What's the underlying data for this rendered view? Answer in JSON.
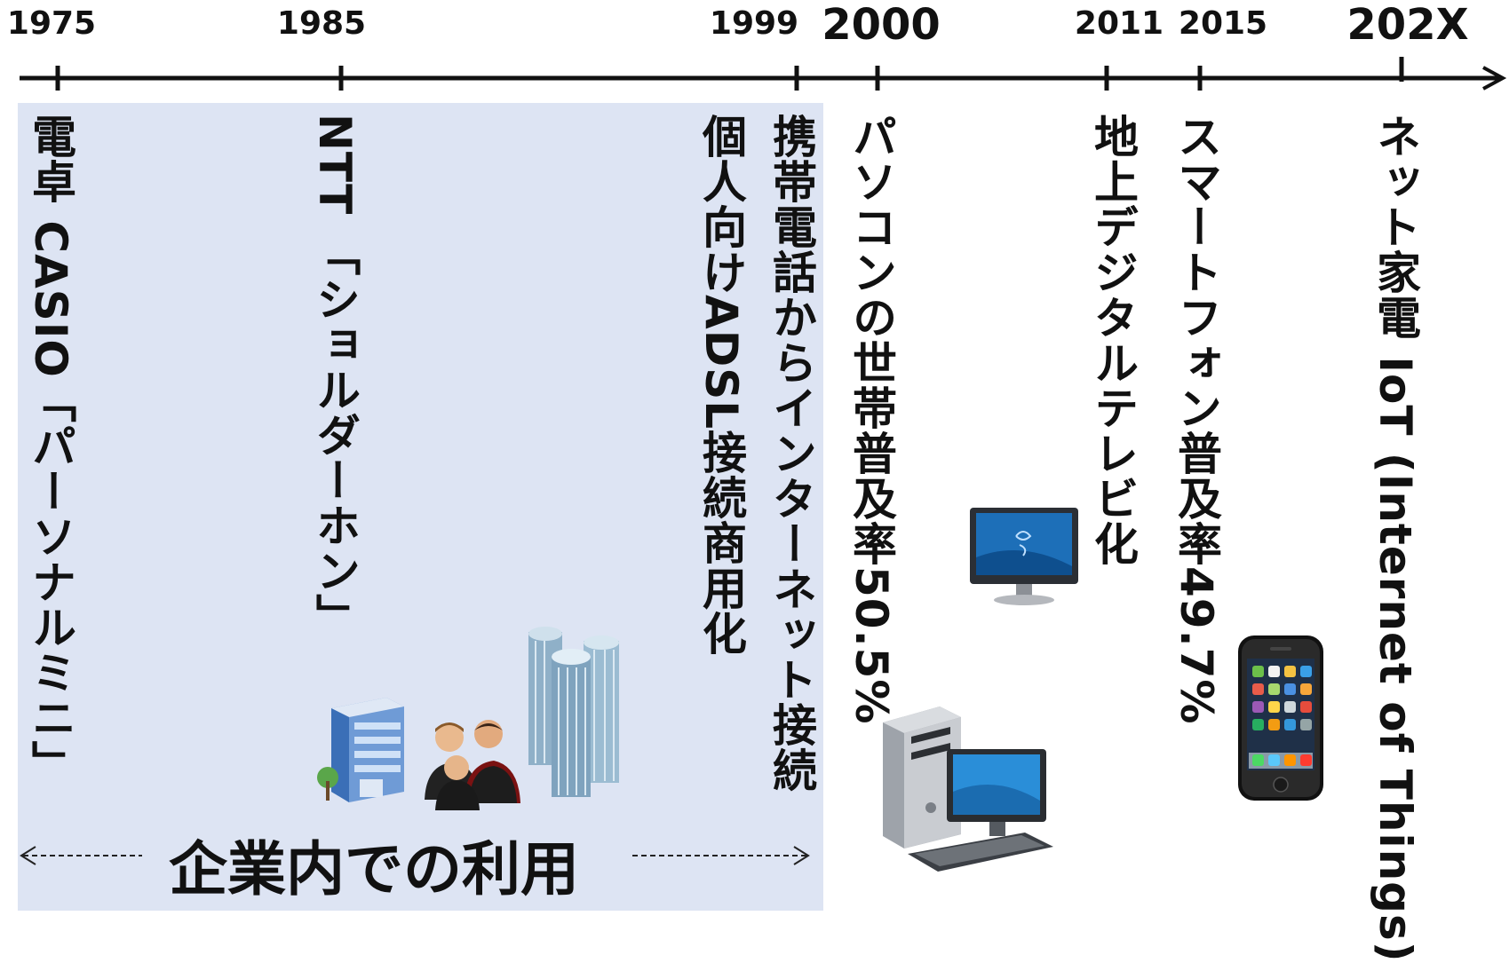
{
  "timeline": {
    "years": [
      {
        "label": "1975"
      },
      {
        "label": "1985"
      },
      {
        "label": "1999"
      },
      {
        "label": "2000"
      },
      {
        "label": "2011"
      },
      {
        "label": "2015"
      },
      {
        "label": "202X"
      }
    ]
  },
  "events": [
    "電卓 CASIO「パーソナルミニ」",
    "NTT 「ショルダーホン」",
    "個人向けADSL接続商用化",
    "携帯電話からインターネット接続",
    "パソコンの世帯普及率50.5%",
    "地上デジタルテレビ化",
    "スマートフォン普及率49.7%",
    "ネット家電 IoT (Internet of Things)"
  ],
  "corporate_area": {
    "label": "企業内での利用"
  },
  "colors": {
    "corporate_bg": "#dde4f3",
    "axis": "#111111"
  },
  "icons": [
    "office-building-icon",
    "business-people-icon",
    "skyscrapers-icon",
    "flat-tv-icon",
    "desktop-pc-icon",
    "smartphone-icon"
  ]
}
